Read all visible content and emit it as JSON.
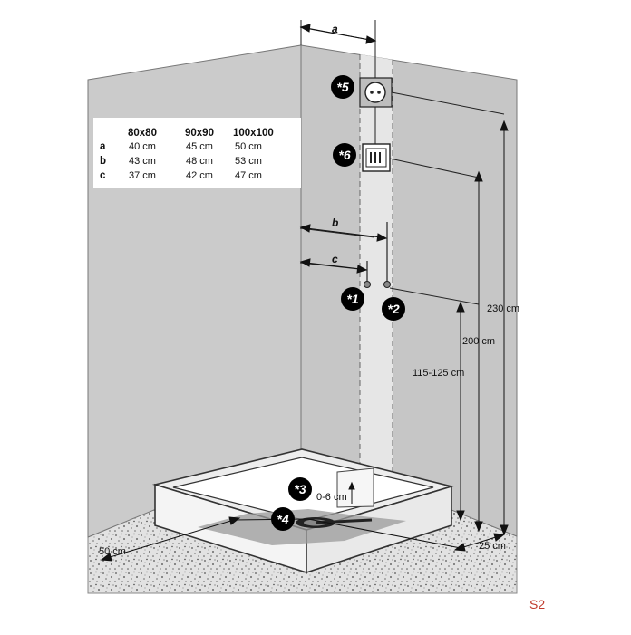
{
  "table": {
    "headers": [
      "80x80",
      "90x90",
      "100x100"
    ],
    "rows": [
      {
        "key": "a",
        "values": [
          "40 cm",
          "45 cm",
          "50 cm"
        ]
      },
      {
        "key": "b",
        "values": [
          "43 cm",
          "48 cm",
          "53 cm"
        ]
      },
      {
        "key": "c",
        "values": [
          "37 cm",
          "42 cm",
          "47 cm"
        ]
      }
    ]
  },
  "dim_letters": {
    "a": "a",
    "b": "b",
    "c": "c"
  },
  "markers": {
    "m1": "*1",
    "m2": "*2",
    "m3": "*3",
    "m4": "*4",
    "m5": "*5",
    "m6": "*6"
  },
  "dimensions": {
    "h230": "230 cm",
    "h200": "200 cm",
    "h115": "115-125 cm",
    "tray": "0-6 cm",
    "left": "50 cm",
    "right": "25 cm"
  },
  "code": "S2",
  "colors": {
    "wall": "#cacaca",
    "floor": "#dcdcdc",
    "badge": "#000000",
    "code": "#c0392b"
  }
}
